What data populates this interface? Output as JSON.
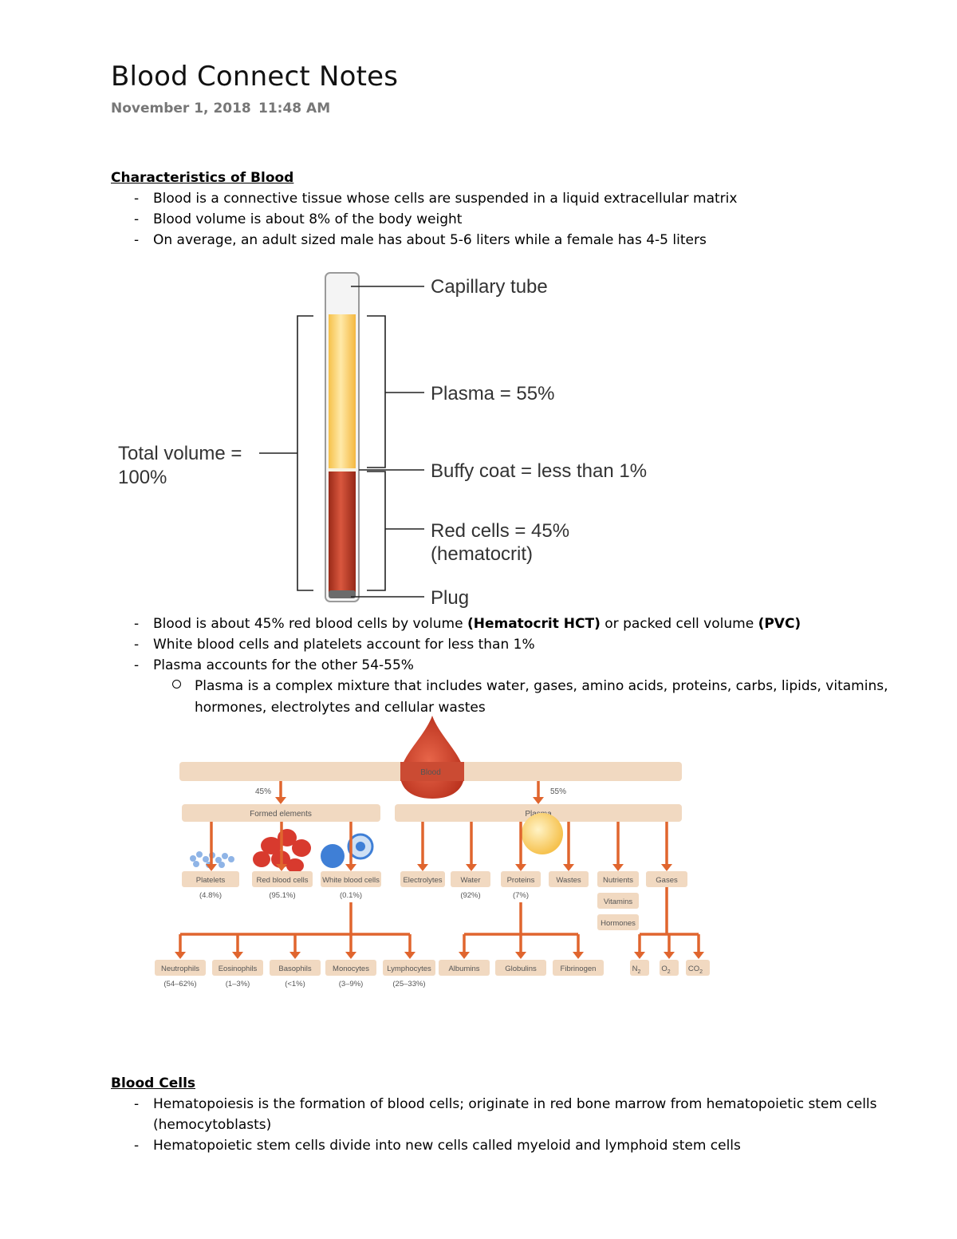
{
  "doc": {
    "title": "Blood Connect Notes",
    "date": "November 1, 2018",
    "time": "11:48 AM"
  },
  "section1": {
    "heading": "Characteristics of Blood",
    "bullets": [
      "Blood is a connective tissue whose cells are suspended in a liquid extracellular matrix",
      "Blood volume is about 8% of the body weight",
      "On average, an adult sized male has about 5-6 liters while a female has 4-5 liters"
    ],
    "dash": "-"
  },
  "tube_figure": {
    "capillary_label": "Capillary tube",
    "plasma_label": "Plasma = 55%",
    "buffy_label": "Buffy coat = less than 1%",
    "red_label_1": "Red cells = 45%",
    "red_label_2": "(hematocrit)",
    "plug_label": "Plug",
    "total_label_1": "Total volume =",
    "total_label_2": "100%"
  },
  "section1b": {
    "b1_a": "Blood is about 45% red blood cells by volume ",
    "b1_b": "(Hematocrit HCT)",
    "b1_c": " or packed cell volume ",
    "b1_d": "(PVC)",
    "b2": "White blood cells and platelets account for less than 1%",
    "b3": "Plasma accounts for the other 54-55%",
    "sub1_line1": "Plasma is a complex mixture that includes water, gases, amino acids, proteins, carbs, lipids, vitamins,",
    "sub1_line2": "hormones, electrolytes and cellular wastes"
  },
  "tree_figure": {
    "blood": "Blood",
    "pct45": "45%",
    "pct55": "55%",
    "formed": "Formed elements",
    "plasma": "Plasma",
    "platelets": "Platelets",
    "platelets_pct": "(4.8%)",
    "rbc": "Red blood cells",
    "rbc_pct": "(95.1%)",
    "wbc": "White blood cells",
    "wbc_pct": "(0.1%)",
    "electrolytes": "Electrolytes",
    "water": "Water",
    "water_pct": "(92%)",
    "proteins": "Proteins",
    "proteins_pct": "(7%)",
    "wastes": "Wastes",
    "nutrients": "Nutrients",
    "vitamins": "Vitamins",
    "hormones": "Hormones",
    "gases": "Gases",
    "neutrophils": "Neutrophils",
    "neutrophils_pct": "(54–62%)",
    "eosinophils": "Eosinophils",
    "eosinophils_pct": "(1–3%)",
    "basophils": "Basophils",
    "basophils_pct": "(<1%)",
    "monocytes": "Monocytes",
    "monocytes_pct": "(3–9%)",
    "lymphocytes": "Lymphocytes",
    "lymphocytes_pct": "(25–33%)",
    "albumins": "Albumins",
    "globulins": "Globulins",
    "fibrinogen": "Fibrinogen",
    "n2": "N",
    "o2": "O",
    "co2": "CO",
    "sub2": "2"
  },
  "section2": {
    "heading": "Blood Cells",
    "b1_line1": "Hematopoiesis is the formation of blood cells; originate in red bone marrow from hematopoietic stem cells",
    "b1_line2": "(hemocytoblasts)",
    "b2": "Hematopoietic stem cells divide into new cells called myeloid and lymphoid stem cells"
  }
}
